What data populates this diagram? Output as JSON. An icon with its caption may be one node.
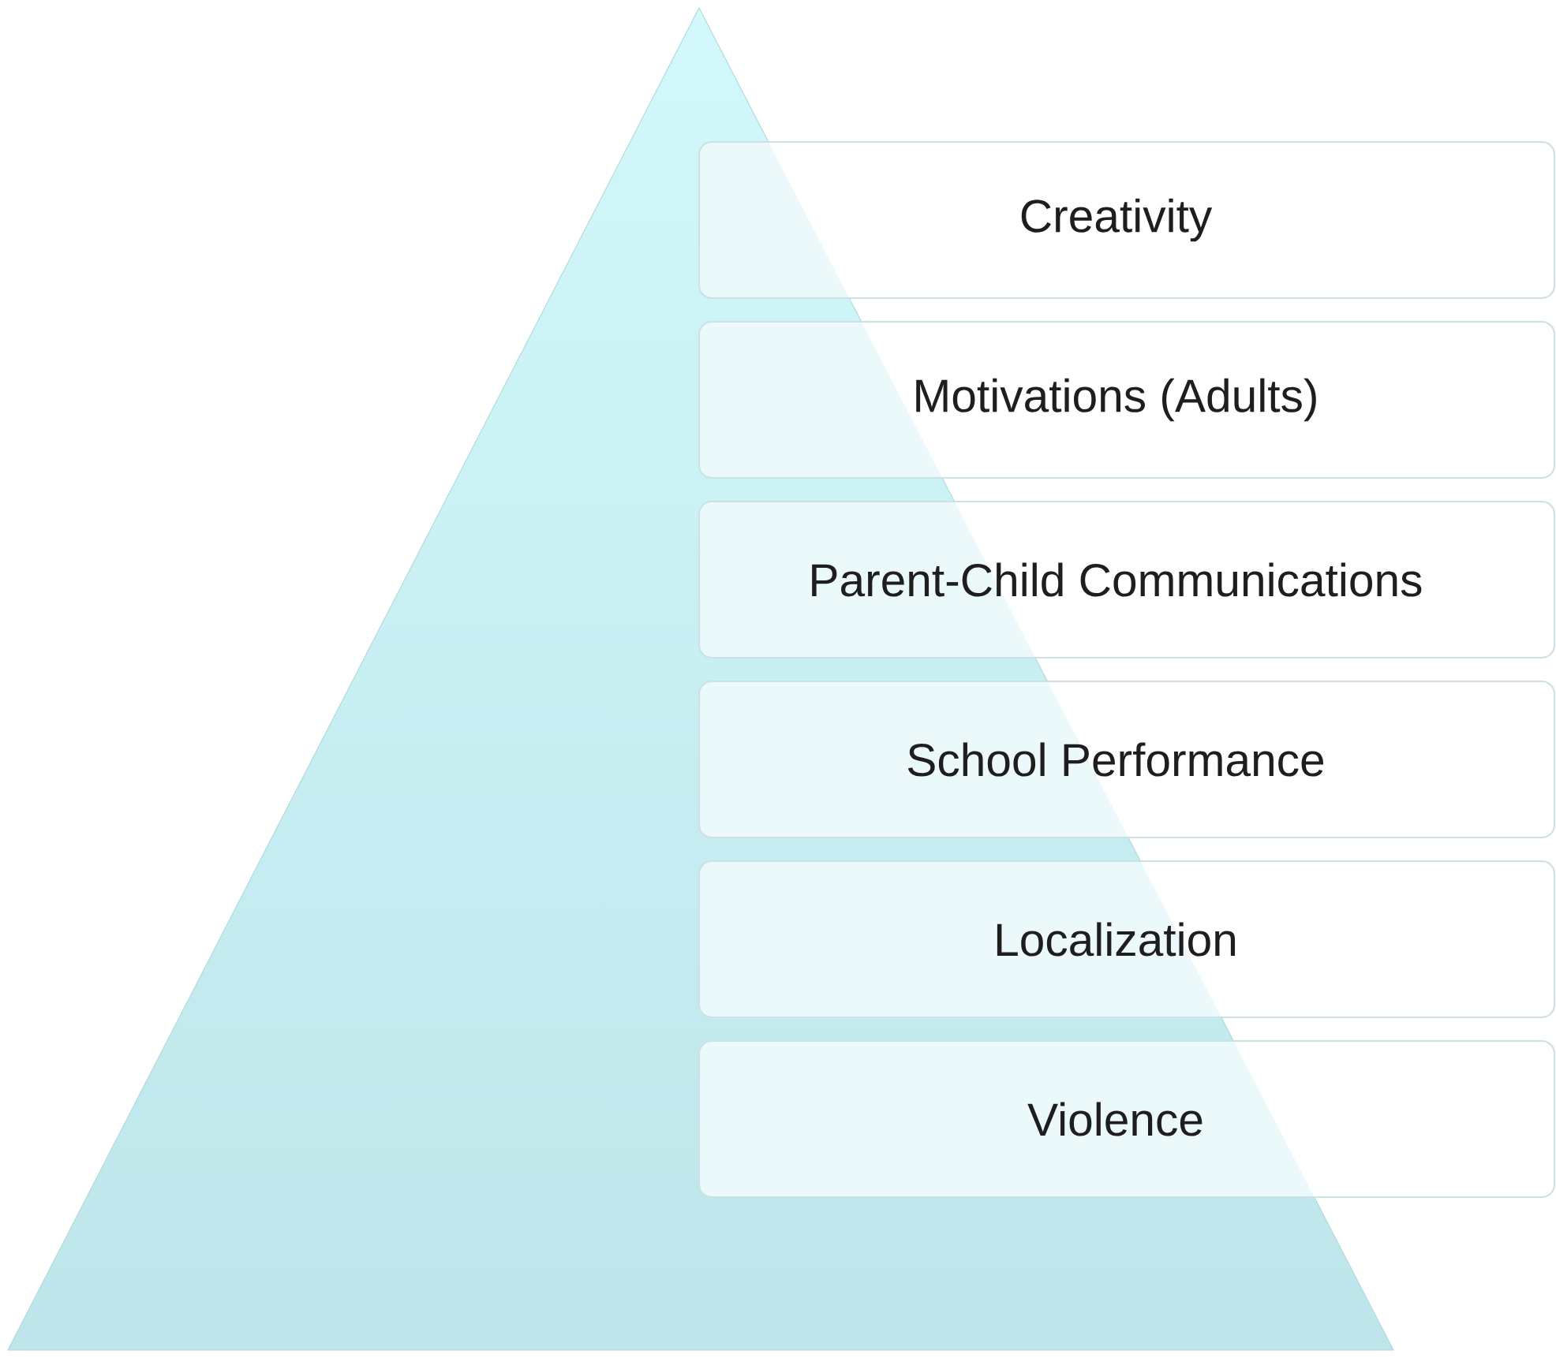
{
  "diagram": {
    "nodes": [
      {
        "text": [
          "Creativity"
        ]
      },
      {
        "text": [
          "Motivations (Adults)"
        ]
      },
      {
        "text": [
          "Parent-Child Communications"
        ]
      },
      {
        "text": [
          "School Performance"
        ]
      },
      {
        "text": [
          "Localization"
        ]
      },
      {
        "text": [
          "Violence"
        ]
      }
    ]
  }
}
